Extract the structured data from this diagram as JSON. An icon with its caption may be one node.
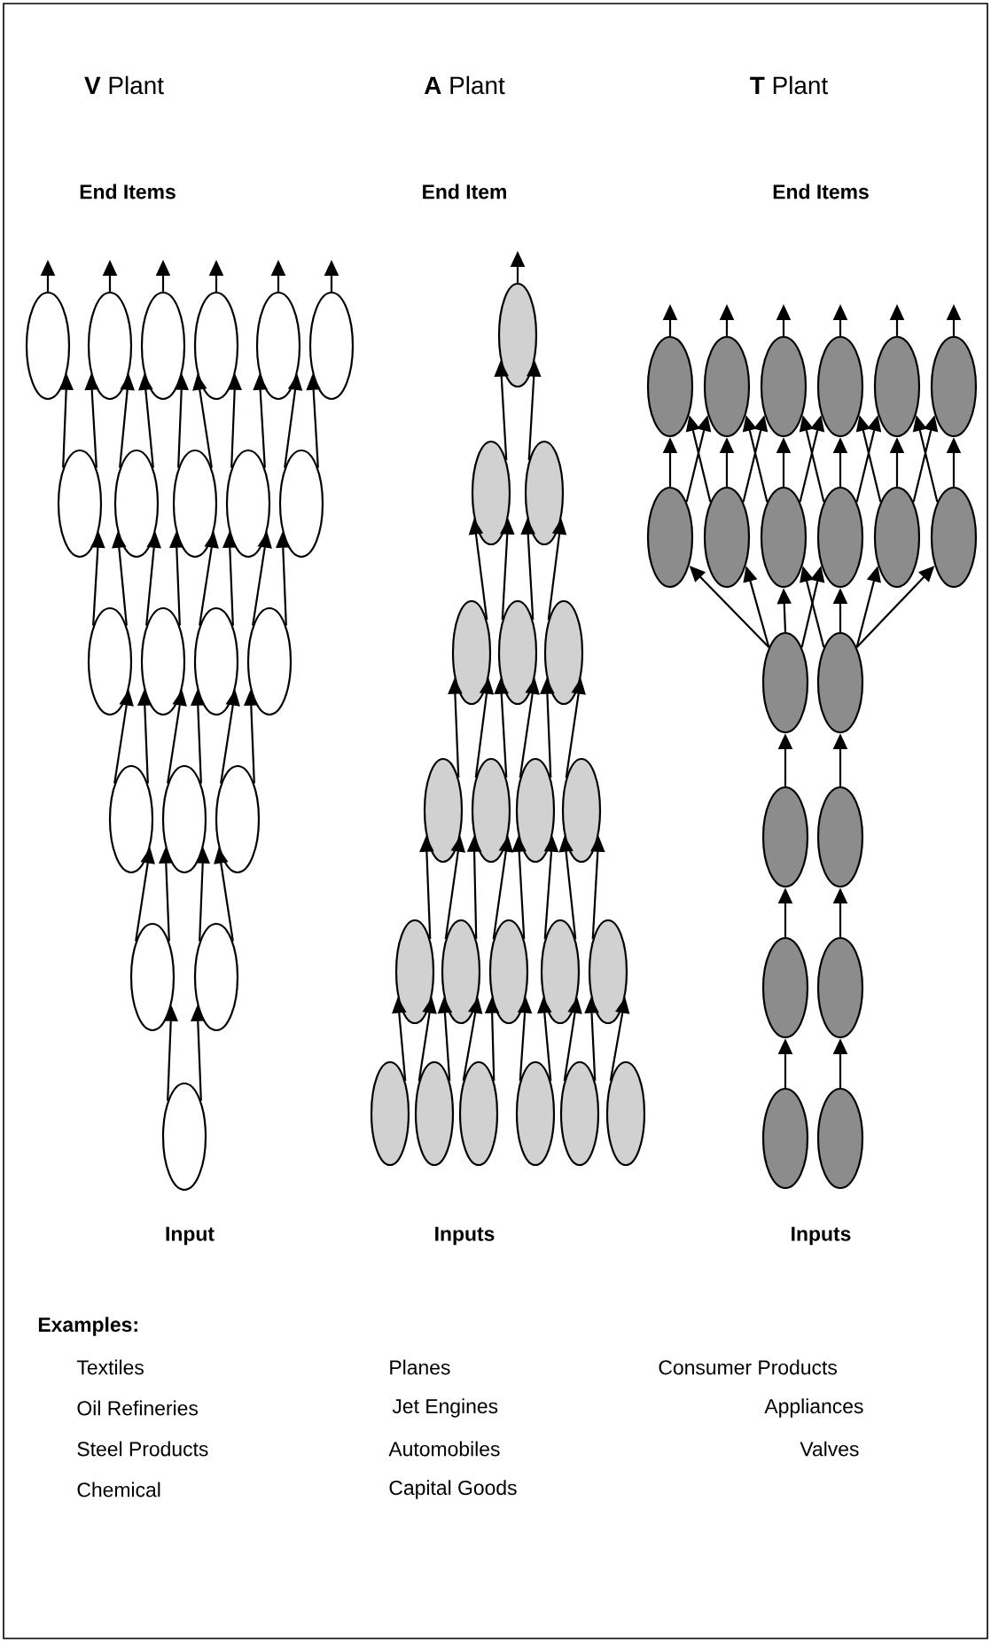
{
  "diagram": {
    "nodes": [
      {
        "text": [],
        "shape": "ellipse"
      },
      {
        "text": [],
        "shape": "ellipse"
      },
      {
        "text": [],
        "shape": "ellipse"
      },
      {
        "text": [],
        "shape": "ellipse"
      },
      {
        "text": [],
        "shape": "ellipse"
      },
      {
        "text": [],
        "shape": "ellipse"
      },
      {
        "text": [],
        "shape": "ellipse"
      },
      {
        "text": [],
        "shape": "ellipse"
      },
      {
        "text": [],
        "shape": "ellipse"
      },
      {
        "text": [],
        "shape": "ellipse"
      },
      {
        "text": [],
        "shape": "ellipse"
      },
      {
        "text": [],
        "shape": "ellipse"
      },
      {
        "text": [],
        "shape": "ellipse"
      },
      {
        "text": [],
        "shape": "ellipse"
      },
      {
        "text": [],
        "shape": "ellipse"
      },
      {
        "text": [],
        "shape": "ellipse"
      },
      {
        "text": [],
        "shape": "ellipse"
      },
      {
        "text": [],
        "shape": "ellipse"
      },
      {
        "text": [],
        "shape": "ellipse"
      },
      {
        "text": [],
        "shape": "ellipse"
      },
      {
        "text": [],
        "shape": "ellipse"
      },
      {
        "text": [],
        "shape": "ellipse"
      },
      {
        "text": [],
        "shape": "ellipse"
      },
      {
        "text": [],
        "shape": "ellipse"
      },
      {
        "text": [],
        "shape": "ellipse"
      },
      {
        "text": [],
        "shape": "ellipse"
      },
      {
        "text": [],
        "shape": "ellipse"
      },
      {
        "text": [],
        "shape": "ellipse"
      },
      {
        "text": [],
        "shape": "ellipse"
      },
      {
        "text": [],
        "shape": "ellipse"
      },
      {
        "text": [],
        "shape": "ellipse"
      },
      {
        "text": [],
        "shape": "ellipse"
      },
      {
        "text": [],
        "shape": "ellipse"
      },
      {
        "text": [],
        "shape": "ellipse"
      },
      {
        "text": [],
        "shape": "ellipse"
      },
      {
        "text": [],
        "shape": "ellipse"
      },
      {
        "text": [],
        "shape": "ellipse"
      },
      {
        "text": [],
        "shape": "ellipse"
      },
      {
        "text": [],
        "shape": "ellipse"
      },
      {
        "text": [],
        "shape": "ellipse"
      },
      {
        "text": [],
        "shape": "ellipse"
      },
      {
        "text": [],
        "shape": "ellipse"
      },
      {
        "text": [],
        "shape": "ellipse"
      },
      {
        "text": [],
        "shape": "ellipse"
      },
      {
        "text": [],
        "shape": "ellipse"
      },
      {
        "text": [],
        "shape": "ellipse"
      },
      {
        "text": [],
        "shape": "ellipse"
      },
      {
        "text": [],
        "shape": "ellipse"
      },
      {
        "text": [],
        "shape": "ellipse"
      },
      {
        "text": [],
        "shape": "ellipse"
      },
      {
        "text": [],
        "shape": "ellipse"
      },
      {
        "text": [],
        "shape": "ellipse"
      },
      {
        "text": [],
        "shape": "ellipse"
      },
      {
        "text": [],
        "shape": "ellipse"
      },
      {
        "text": [],
        "shape": "ellipse"
      },
      {
        "text": [],
        "shape": "ellipse"
      },
      {
        "text": [],
        "shape": "ellipse"
      },
      {
        "text": [],
        "shape": "ellipse"
      },
      {
        "text": [],
        "shape": "ellipse"
      },
      {
        "text": [],
        "shape": "ellipse"
      },
      {
        "text": [],
        "shape": "ellipse"
      },
      {
        "text": [],
        "shape": "ellipse"
      }
    ],
    "edges": [
      {
        "from": 0,
        "to": null,
        "arrow": "to"
      },
      {
        "from": 1,
        "to": null,
        "arrow": "to"
      },
      {
        "from": 2,
        "to": null,
        "arrow": "to"
      },
      {
        "from": 3,
        "to": null,
        "arrow": "to"
      },
      {
        "from": 4,
        "to": null,
        "arrow": "to"
      },
      {
        "from": 5,
        "to": null,
        "arrow": "to"
      },
      {
        "from": 6,
        "to": 0,
        "arrow": "to"
      },
      {
        "from": 6,
        "to": 1,
        "arrow": "to"
      },
      {
        "from": 7,
        "to": 1,
        "arrow": "to"
      },
      {
        "from": 7,
        "to": 2,
        "arrow": "to"
      },
      {
        "from": 8,
        "to": 2,
        "arrow": "to"
      },
      {
        "from": 8,
        "to": 3,
        "arrow": "to"
      },
      {
        "from": 9,
        "to": 3,
        "arrow": "to"
      },
      {
        "from": 9,
        "to": 4,
        "arrow": "to"
      },
      {
        "from": 10,
        "to": 4,
        "arrow": "to"
      },
      {
        "from": 10,
        "to": 5,
        "arrow": "to"
      },
      {
        "from": 11,
        "to": 6,
        "arrow": "to"
      },
      {
        "from": 11,
        "to": 7,
        "arrow": "to"
      },
      {
        "from": 12,
        "to": 7,
        "arrow": "to"
      },
      {
        "from": 12,
        "to": 8,
        "arrow": "to"
      },
      {
        "from": 13,
        "to": 8,
        "arrow": "to"
      },
      {
        "from": 13,
        "to": 9,
        "arrow": "to"
      },
      {
        "from": 14,
        "to": 9,
        "arrow": "to"
      },
      {
        "from": 14,
        "to": 10,
        "arrow": "to"
      },
      {
        "from": 15,
        "to": 11,
        "arrow": "to"
      },
      {
        "from": 15,
        "to": 12,
        "arrow": "to"
      },
      {
        "from": 16,
        "to": 12,
        "arrow": "to"
      },
      {
        "from": 16,
        "to": 13,
        "arrow": "to"
      },
      {
        "from": 17,
        "to": 13,
        "arrow": "to"
      },
      {
        "from": 17,
        "to": 14,
        "arrow": "to"
      },
      {
        "from": 18,
        "to": 15,
        "arrow": "to"
      },
      {
        "from": 18,
        "to": 16,
        "arrow": "to"
      },
      {
        "from": 19,
        "to": 16,
        "arrow": "to"
      },
      {
        "from": 19,
        "to": 17,
        "arrow": "to"
      },
      {
        "from": 20,
        "to": 18,
        "arrow": "to"
      },
      {
        "from": 20,
        "to": 19,
        "arrow": "to"
      },
      {
        "from": 21,
        "to": null,
        "arrow": "to"
      },
      {
        "from": 22,
        "to": 21,
        "arrow": "to"
      },
      {
        "from": 23,
        "to": 21,
        "arrow": "to"
      },
      {
        "from": 24,
        "to": 22,
        "arrow": "to"
      },
      {
        "from": 25,
        "to": 22,
        "arrow": "to"
      },
      {
        "from": 25,
        "to": 23,
        "arrow": "to"
      },
      {
        "from": 26,
        "to": 23,
        "arrow": "to"
      },
      {
        "from": 27,
        "to": 24,
        "arrow": "to"
      },
      {
        "from": 28,
        "to": 24,
        "arrow": "to"
      },
      {
        "from": 28,
        "to": 25,
        "arrow": "to"
      },
      {
        "from": 29,
        "to": 25,
        "arrow": "to"
      },
      {
        "from": 29,
        "to": 26,
        "arrow": "to"
      },
      {
        "from": 30,
        "to": 26,
        "arrow": "to"
      },
      {
        "from": 31,
        "to": 27,
        "arrow": "to"
      },
      {
        "from": 32,
        "to": 27,
        "arrow": "to"
      },
      {
        "from": 32,
        "to": 28,
        "arrow": "to"
      },
      {
        "from": 33,
        "to": 28,
        "arrow": "to"
      },
      {
        "from": 33,
        "to": 29,
        "arrow": "to"
      },
      {
        "from": 34,
        "to": 29,
        "arrow": "to"
      },
      {
        "from": 34,
        "to": 30,
        "arrow": "to"
      },
      {
        "from": 35,
        "to": 30,
        "arrow": "to"
      },
      {
        "from": 36,
        "to": 31,
        "arrow": "to"
      },
      {
        "from": 37,
        "to": 31,
        "arrow": "to"
      },
      {
        "from": 37,
        "to": 32,
        "arrow": "to"
      },
      {
        "from": 38,
        "to": 32,
        "arrow": "to"
      },
      {
        "from": 38,
        "to": 33,
        "arrow": "to"
      },
      {
        "from": 39,
        "to": 33,
        "arrow": "to"
      },
      {
        "from": 39,
        "to": 34,
        "arrow": "to"
      },
      {
        "from": 40,
        "to": 34,
        "arrow": "to"
      },
      {
        "from": 40,
        "to": 35,
        "arrow": "to"
      },
      {
        "from": 41,
        "to": 35,
        "arrow": "to"
      },
      {
        "from": 42,
        "to": null,
        "arrow": "to"
      },
      {
        "from": 43,
        "to": null,
        "arrow": "to"
      },
      {
        "from": 44,
        "to": null,
        "arrow": "to"
      },
      {
        "from": 45,
        "to": null,
        "arrow": "to"
      },
      {
        "from": 46,
        "to": null,
        "arrow": "to"
      },
      {
        "from": 47,
        "to": null,
        "arrow": "to"
      },
      {
        "from": 48,
        "to": 42,
        "arrow": "to"
      },
      {
        "from": 49,
        "to": 43,
        "arrow": "to"
      },
      {
        "from": 50,
        "to": 44,
        "arrow": "to"
      },
      {
        "from": 51,
        "to": 45,
        "arrow": "to"
      },
      {
        "from": 52,
        "to": 46,
        "arrow": "to"
      },
      {
        "from": 53,
        "to": 47,
        "arrow": "to"
      },
      {
        "from": 48,
        "to": 43,
        "arrow": "to"
      },
      {
        "from": 49,
        "to": 42,
        "arrow": "to"
      },
      {
        "from": 49,
        "to": 44,
        "arrow": "to"
      },
      {
        "from": 50,
        "to": 43,
        "arrow": "to"
      },
      {
        "from": 50,
        "to": 45,
        "arrow": "to"
      },
      {
        "from": 51,
        "to": 44,
        "arrow": "to"
      },
      {
        "from": 51,
        "to": 46,
        "arrow": "to"
      },
      {
        "from": 52,
        "to": 45,
        "arrow": "to"
      },
      {
        "from": 52,
        "to": 47,
        "arrow": "to"
      },
      {
        "from": 53,
        "to": 46,
        "arrow": "to"
      },
      {
        "from": 54,
        "to": 48,
        "arrow": "to"
      },
      {
        "from": 54,
        "to": 49,
        "arrow": "to"
      },
      {
        "from": 54,
        "to": 50,
        "arrow": "to"
      },
      {
        "from": 54,
        "to": 51,
        "arrow": "to"
      },
      {
        "from": 55,
        "to": 50,
        "arrow": "to"
      },
      {
        "from": 55,
        "to": 51,
        "arrow": "to"
      },
      {
        "from": 55,
        "to": 52,
        "arrow": "to"
      },
      {
        "from": 55,
        "to": 53,
        "arrow": "to"
      },
      {
        "from": 56,
        "to": 54,
        "arrow": "to"
      },
      {
        "from": 57,
        "to": 55,
        "arrow": "to"
      },
      {
        "from": 58,
        "to": 56,
        "arrow": "to"
      },
      {
        "from": 59,
        "to": 57,
        "arrow": "to"
      },
      {
        "from": 60,
        "to": 58,
        "arrow": "to"
      },
      {
        "from": 61,
        "to": 59,
        "arrow": "to"
      }
    ],
    "labels": [
      "**V** Plant",
      "**A** Plant",
      "**T** Plant",
      "End Items",
      "End Item",
      "End Items",
      "Input",
      "Inputs",
      "Inputs",
      "Examples:",
      "Textiles",
      "Planes",
      "Consumer Products",
      "Oil Refineries",
      "Jet Engines",
      "Appliances",
      "Steel Products",
      "Automobiles",
      "Valves",
      "Chemical",
      "Capital Goods"
    ]
  }
}
